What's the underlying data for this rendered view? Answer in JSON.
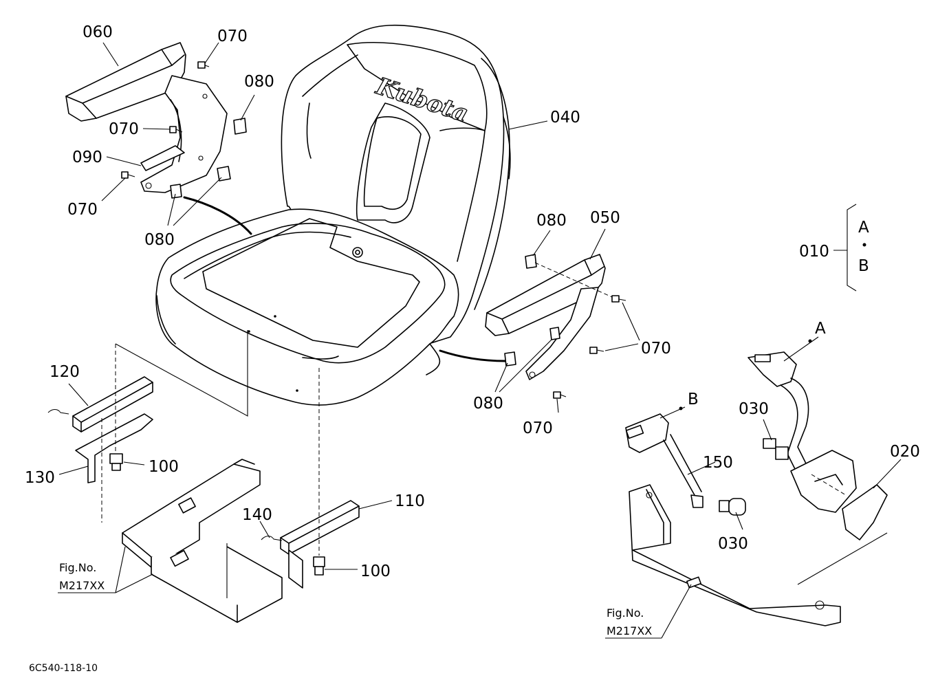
{
  "diagram_code": "6C540-118-10",
  "group_label": "010",
  "group_options": [
    "A",
    "B"
  ],
  "fig_ref_left": {
    "line1": "Fig.No.",
    "line2": "M217XX"
  },
  "fig_ref_right": {
    "line1": "Fig.No.",
    "line2": "M217XX"
  },
  "seat_brand_text": "Kubota",
  "callouts": {
    "c060": "060",
    "c070_top": "070",
    "c080_top": "080",
    "c070_mid": "070",
    "c090": "090",
    "c070_left": "070",
    "c080_left": "080",
    "c040": "040",
    "c080_right": "080",
    "c050": "050",
    "c070_right": "070",
    "c080_lower": "080",
    "c070_lower": "070",
    "c120": "120",
    "c130": "130",
    "c100_left": "100",
    "c140": "140",
    "c110": "110",
    "c100_right": "100",
    "c_A": "A",
    "c_B": "B",
    "c030_top": "030",
    "c020": "020",
    "c150": "150",
    "c030_bottom": "030"
  }
}
